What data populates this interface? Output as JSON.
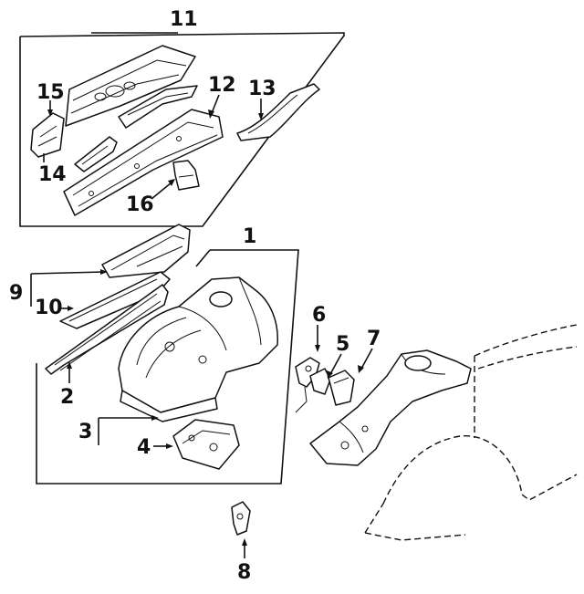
{
  "callouts": {
    "c1": "1",
    "c2": "2",
    "c3": "3",
    "c4": "4",
    "c5": "5",
    "c6": "6",
    "c7": "7",
    "c8": "8",
    "c9": "9",
    "c10": "10",
    "c11": "11",
    "c12": "12",
    "c13": "13",
    "c14": "14",
    "c15": "15",
    "c16": "16"
  }
}
